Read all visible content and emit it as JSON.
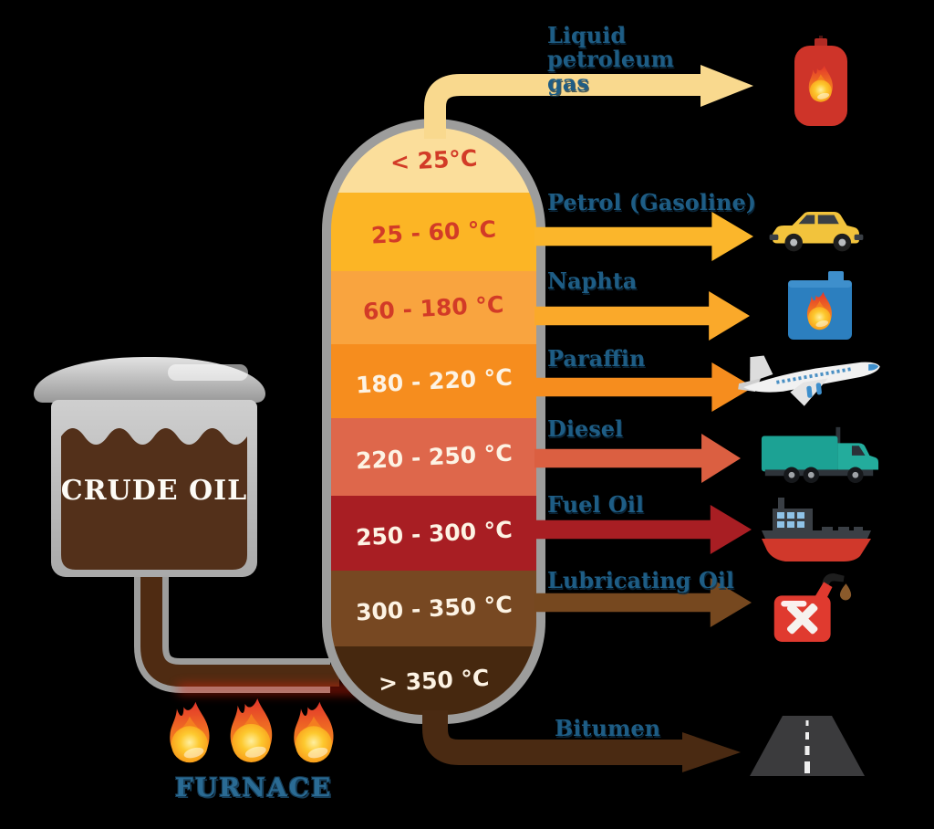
{
  "canvas": {
    "background": "#000000"
  },
  "tank": {
    "label": "CRUDE OIL",
    "liquid_color": "#53301A",
    "shell_color": "#BDBDBD"
  },
  "furnace": {
    "label": "FURNACE",
    "label_color": "#2A6B94",
    "flame_count": 3
  },
  "column": {
    "border_color": "#9D9D9C",
    "segments": [
      {
        "temp": "< 25°C",
        "color": "#FBDE9B",
        "text_color": "#D23B27"
      },
      {
        "temp": "25 - 60 °C",
        "color": "#FCB525",
        "text_color": "#D23B27"
      },
      {
        "temp": "60 - 180 °C",
        "color": "#F9A43F",
        "text_color": "#D23B27"
      },
      {
        "temp": "180 - 220 °C",
        "color": "#F68D1E",
        "text_color": "#FDF3E4"
      },
      {
        "temp": "220 - 250 °C",
        "color": "#DE674B",
        "text_color": "#FDF3E4"
      },
      {
        "temp": "250 - 300 °C",
        "color": "#A81E23",
        "text_color": "#FDF3E4"
      },
      {
        "temp": "300 - 350 °C",
        "color": "#774822",
        "text_color": "#FDF3E4"
      },
      {
        "temp": "> 350 °C",
        "color": "#46280F",
        "text_color": "#FDF3E4"
      }
    ]
  },
  "products": [
    {
      "label": "Liquid petroleum gas",
      "color": "#F9D98E",
      "icon": "gas-cylinder-icon"
    },
    {
      "label": "Petrol (Gasoline)",
      "color": "#FBB62B",
      "icon": "car-icon"
    },
    {
      "label": "Naphta",
      "color": "#FAA92A",
      "icon": "fuel-canister-icon"
    },
    {
      "label": "Paraffin",
      "color": "#F68D1E",
      "icon": "airplane-icon"
    },
    {
      "label": "Diesel",
      "color": "#DB5F41",
      "icon": "truck-icon"
    },
    {
      "label": "Fuel Oil",
      "color": "#A81E23",
      "icon": "ship-icon"
    },
    {
      "label": "Lubricating Oil",
      "color": "#76481F",
      "icon": "oil-can-icon"
    },
    {
      "label": "Bitumen",
      "color": "#4A2A12",
      "icon": "road-icon"
    }
  ],
  "pipes": {
    "crude_outline": "#9D9D9C",
    "crude_inner": "#4F2B12",
    "glow": "#E6200A"
  },
  "label_color": "#1E5D85"
}
